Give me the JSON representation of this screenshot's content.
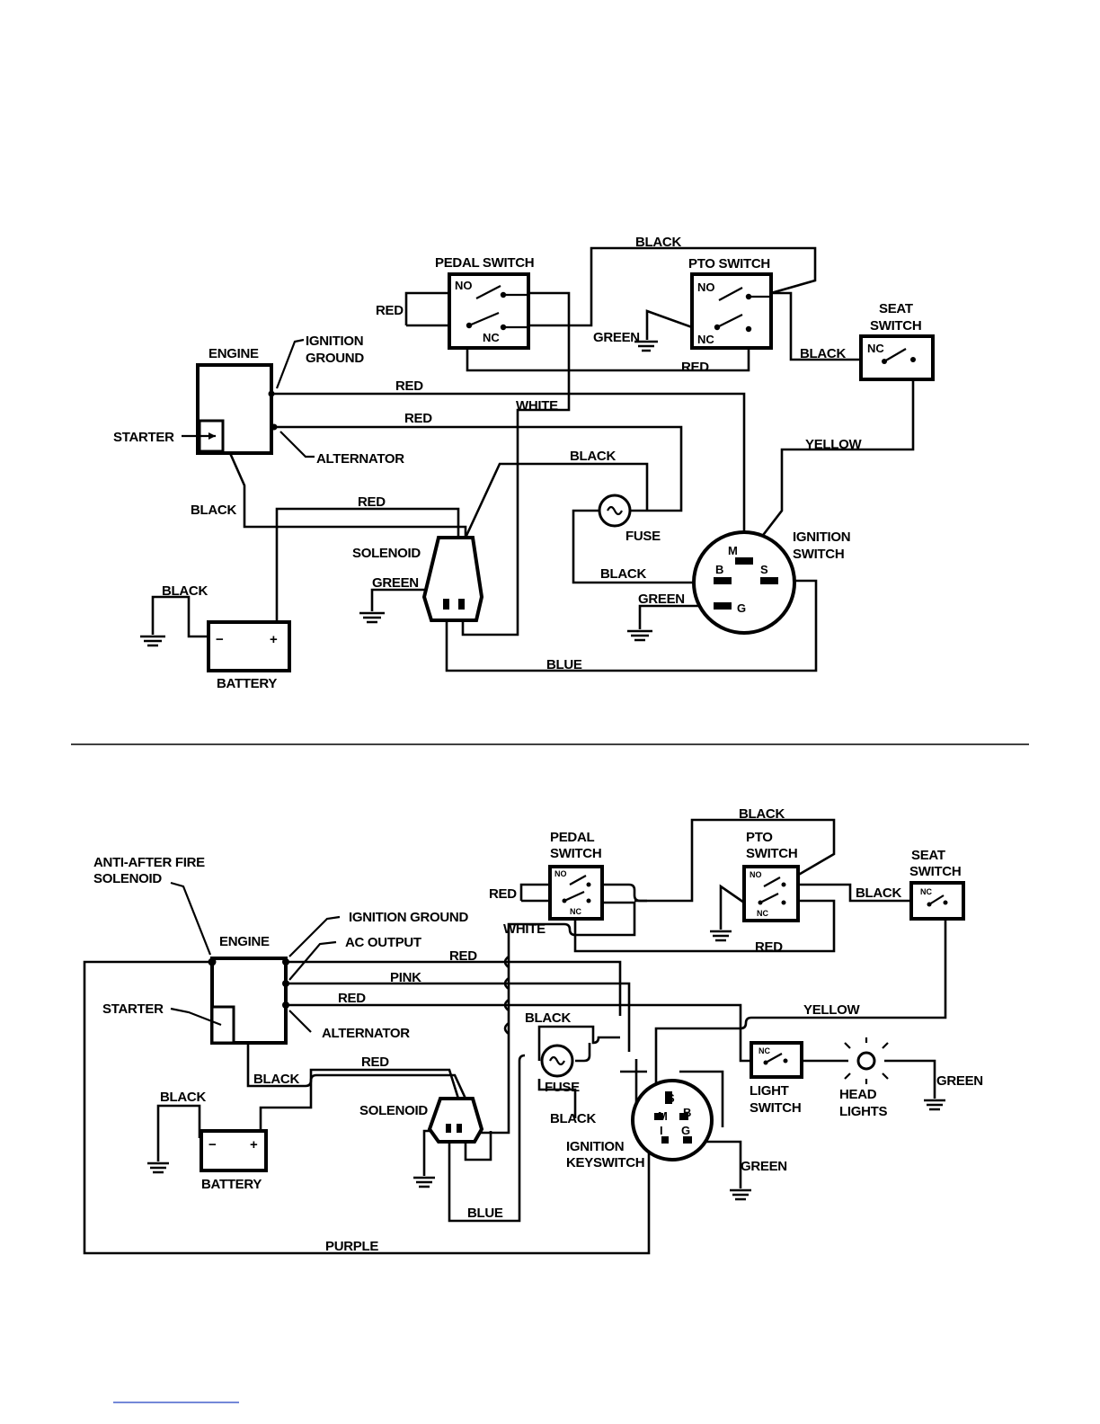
{
  "diagram1": {
    "pedal_switch": "PEDAL SWITCH",
    "pto_switch": "PTO SWITCH",
    "seat_switch_1": "SEAT",
    "seat_switch_2": "SWITCH",
    "no": "NO",
    "nc": "NC",
    "engine": "ENGINE",
    "ignition_ground_1": "IGNITION",
    "ignition_ground_2": "GROUND",
    "starter": "STARTER",
    "alternator": "ALTERNATOR",
    "solenoid": "SOLENOID",
    "fuse": "FUSE",
    "ignition_switch_1": "IGNITION",
    "ignition_switch_2": "SWITCH",
    "battery": "BATTERY",
    "term_m": "M",
    "term_b": "B",
    "term_s": "S",
    "term_g": "G",
    "wires": {
      "black_top": "BLACK",
      "red_pedal": "RED",
      "green_pto": "GREEN",
      "red_pto": "RED",
      "black_seat": "BLACK",
      "red_ign": "RED",
      "red_alt": "RED",
      "white": "WHITE",
      "yellow": "YELLOW",
      "black_fuse": "BLACK",
      "black_starter": "BLACK",
      "red_sol": "RED",
      "black_bat": "BLACK",
      "green_sol": "GREEN",
      "black_b": "BLACK",
      "green_g": "GREEN",
      "blue": "BLUE"
    }
  },
  "diagram2": {
    "anti_after_fire_1": "ANTI-AFTER FIRE",
    "anti_after_fire_2": "SOLENOID",
    "engine": "ENGINE",
    "ignition_ground": "IGNITION GROUND",
    "ac_output": "AC OUTPUT",
    "starter": "STARTER",
    "alternator": "ALTERNATOR",
    "pedal_switch_1": "PEDAL",
    "pedal_switch_2": "SWITCH",
    "pto_switch_1": "PTO",
    "pto_switch_2": "SWITCH",
    "seat_switch_1": "SEAT",
    "seat_switch_2": "SWITCH",
    "no": "NO",
    "nc": "NC",
    "solenoid": "SOLENOID",
    "fuse": "FUSE",
    "battery": "BATTERY",
    "ignition_keyswitch_1": "IGNITION",
    "ignition_keyswitch_2": "KEYSWITCH",
    "light_switch_1": "LIGHT",
    "light_switch_2": "SWITCH",
    "head_lights_1": "HEAD",
    "head_lights_2": "LIGHTS",
    "term_s": "S",
    "term_m": "M",
    "term_b": "B",
    "term_i": "I",
    "term_g": "G",
    "wires": {
      "black_top": "BLACK",
      "red_pedal": "RED",
      "white": "WHITE",
      "black_seat": "BLACK",
      "red_pto": "RED",
      "red_1": "RED",
      "pink": "PINK",
      "red_2": "RED",
      "yellow": "YELLOW",
      "black_fuse": "BLACK",
      "red_sol": "RED",
      "black_starter": "BLACK",
      "black_bat": "BLACK",
      "black_key": "BLACK",
      "green_lights": "GREEN",
      "green_key": "GREEN",
      "blue": "BLUE",
      "purple": "PURPLE"
    }
  }
}
